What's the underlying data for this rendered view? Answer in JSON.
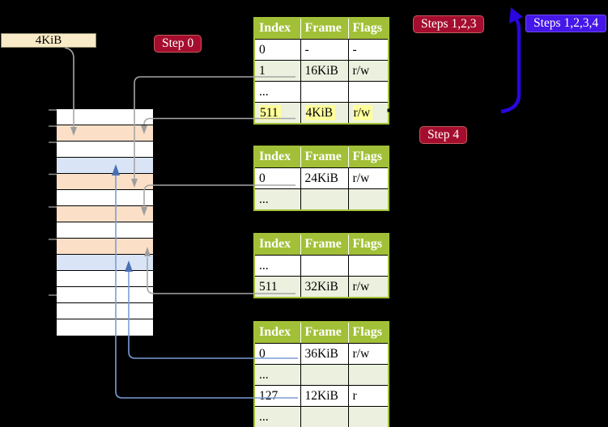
{
  "labels": {
    "frame_size": "4KiB",
    "step0": "Step 0",
    "steps123": "Steps 1,2,3",
    "steps1234": "Steps 1,2,3,4",
    "step4": "Step 4"
  },
  "memory": {
    "rows": [
      "free",
      "page-table",
      "free",
      "mapped-page",
      "page-table",
      "free",
      "page-table",
      "free",
      "page-table",
      "mapped-page",
      "free",
      "free",
      "free",
      "free"
    ]
  },
  "tables": [
    {
      "columns": [
        "Index",
        "Frame",
        "Flags"
      ],
      "rows": [
        {
          "cells": [
            "0",
            "-",
            "-"
          ],
          "highlight": false
        },
        {
          "cells": [
            "1",
            "16KiB",
            "r/w"
          ],
          "highlight": false
        },
        {
          "cells": [
            "...",
            "",
            ""
          ],
          "highlight": false
        },
        {
          "cells": [
            "511",
            "4KiB",
            "r/w"
          ],
          "highlight": true
        }
      ]
    },
    {
      "columns": [
        "Index",
        "Frame",
        "Flags"
      ],
      "rows": [
        {
          "cells": [
            "0",
            "24KiB",
            "r/w"
          ],
          "highlight": false
        },
        {
          "cells": [
            "...",
            "",
            ""
          ],
          "highlight": false
        }
      ]
    },
    {
      "columns": [
        "Index",
        "Frame",
        "Flags"
      ],
      "rows": [
        {
          "cells": [
            "...",
            "",
            ""
          ],
          "highlight": false
        },
        {
          "cells": [
            "511",
            "32KiB",
            "r/w"
          ],
          "highlight": false
        }
      ]
    },
    {
      "columns": [
        "Index",
        "Frame",
        "Flags"
      ],
      "rows": [
        {
          "cells": [
            "0",
            "36KiB",
            "r/w"
          ],
          "highlight": false
        },
        {
          "cells": [
            "...",
            "",
            ""
          ],
          "highlight": false
        },
        {
          "cells": [
            "127",
            "12KiB",
            "r"
          ],
          "highlight": false
        },
        {
          "cells": [
            "...",
            "",
            ""
          ],
          "highlight": false
        }
      ]
    }
  ],
  "colors": {
    "background": "#000000",
    "table_header_green": "#A2C037",
    "table_row_green": "#EBF1DE",
    "highlight_yellow": "#FFFF9C",
    "page_table_frame_peach": "#FBE0C7",
    "mapped_page_blue": "#D9E5F6",
    "badge_crimson": "#A50D2E",
    "badge_blue": "#4517E8",
    "big_arrow_blue": "#2B05DE",
    "connector_gray": "#A6A6A6",
    "connector_blue": "#7C9CD6",
    "size_box_cream": "#FAEBC8"
  }
}
